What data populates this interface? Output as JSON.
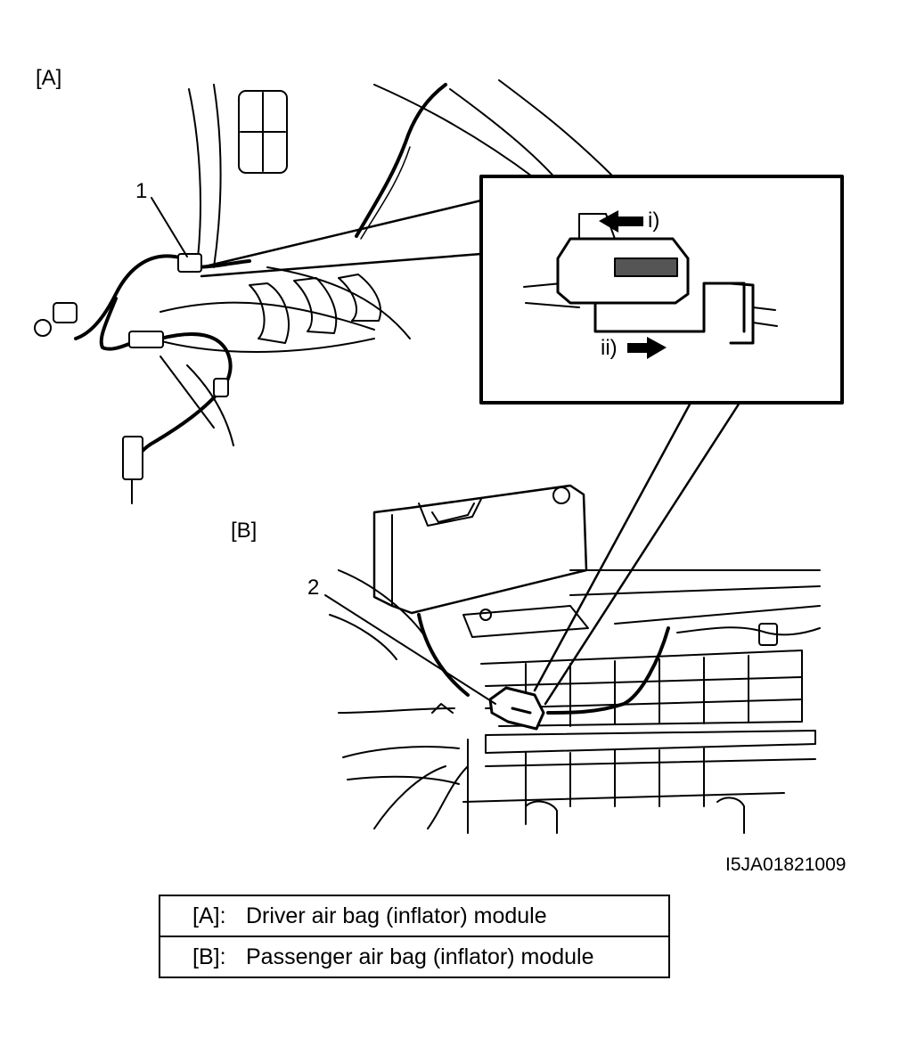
{
  "labels": {
    "section_a": "[A]",
    "section_b": "[B]",
    "callout_1": "1",
    "callout_2": "2",
    "step_i": "i)",
    "step_ii": "ii)",
    "figure_code": "I5JA01821009"
  },
  "legend": [
    {
      "key": "[A]:",
      "text": "Driver air bag (inflator) module"
    },
    {
      "key": "[B]:",
      "text": "Passenger air bag (inflator) module"
    }
  ]
}
